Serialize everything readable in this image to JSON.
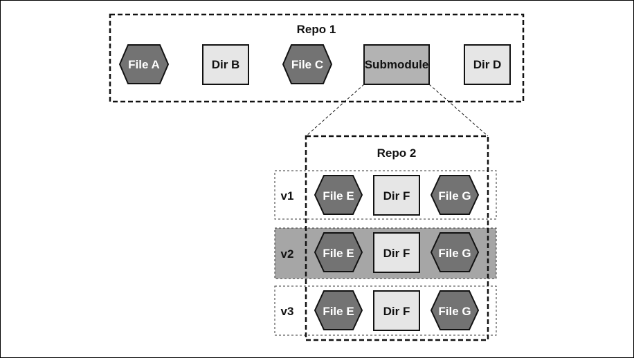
{
  "repo1": {
    "title": "Repo 1",
    "items": [
      {
        "kind": "file",
        "label": "File A"
      },
      {
        "kind": "dir",
        "label": "Dir B"
      },
      {
        "kind": "file",
        "label": "File C"
      },
      {
        "kind": "submodule",
        "label": "Submodule"
      },
      {
        "kind": "dir",
        "label": "Dir D"
      }
    ]
  },
  "repo2": {
    "title": "Repo 2",
    "versions": [
      {
        "label": "v1",
        "highlighted": false,
        "items": [
          "File E",
          "Dir F",
          "File G"
        ]
      },
      {
        "label": "v2",
        "highlighted": true,
        "items": [
          "File E",
          "Dir F",
          "File G"
        ]
      },
      {
        "label": "v3",
        "highlighted": false,
        "items": [
          "File E",
          "Dir F",
          "File G"
        ]
      }
    ]
  },
  "colors": {
    "file_fill": "#737373",
    "dir_fill": "#e6e6e6",
    "submodule_fill": "#b3b3b3",
    "highlight_fill": "#a6a6a6",
    "stroke": "#111111"
  }
}
